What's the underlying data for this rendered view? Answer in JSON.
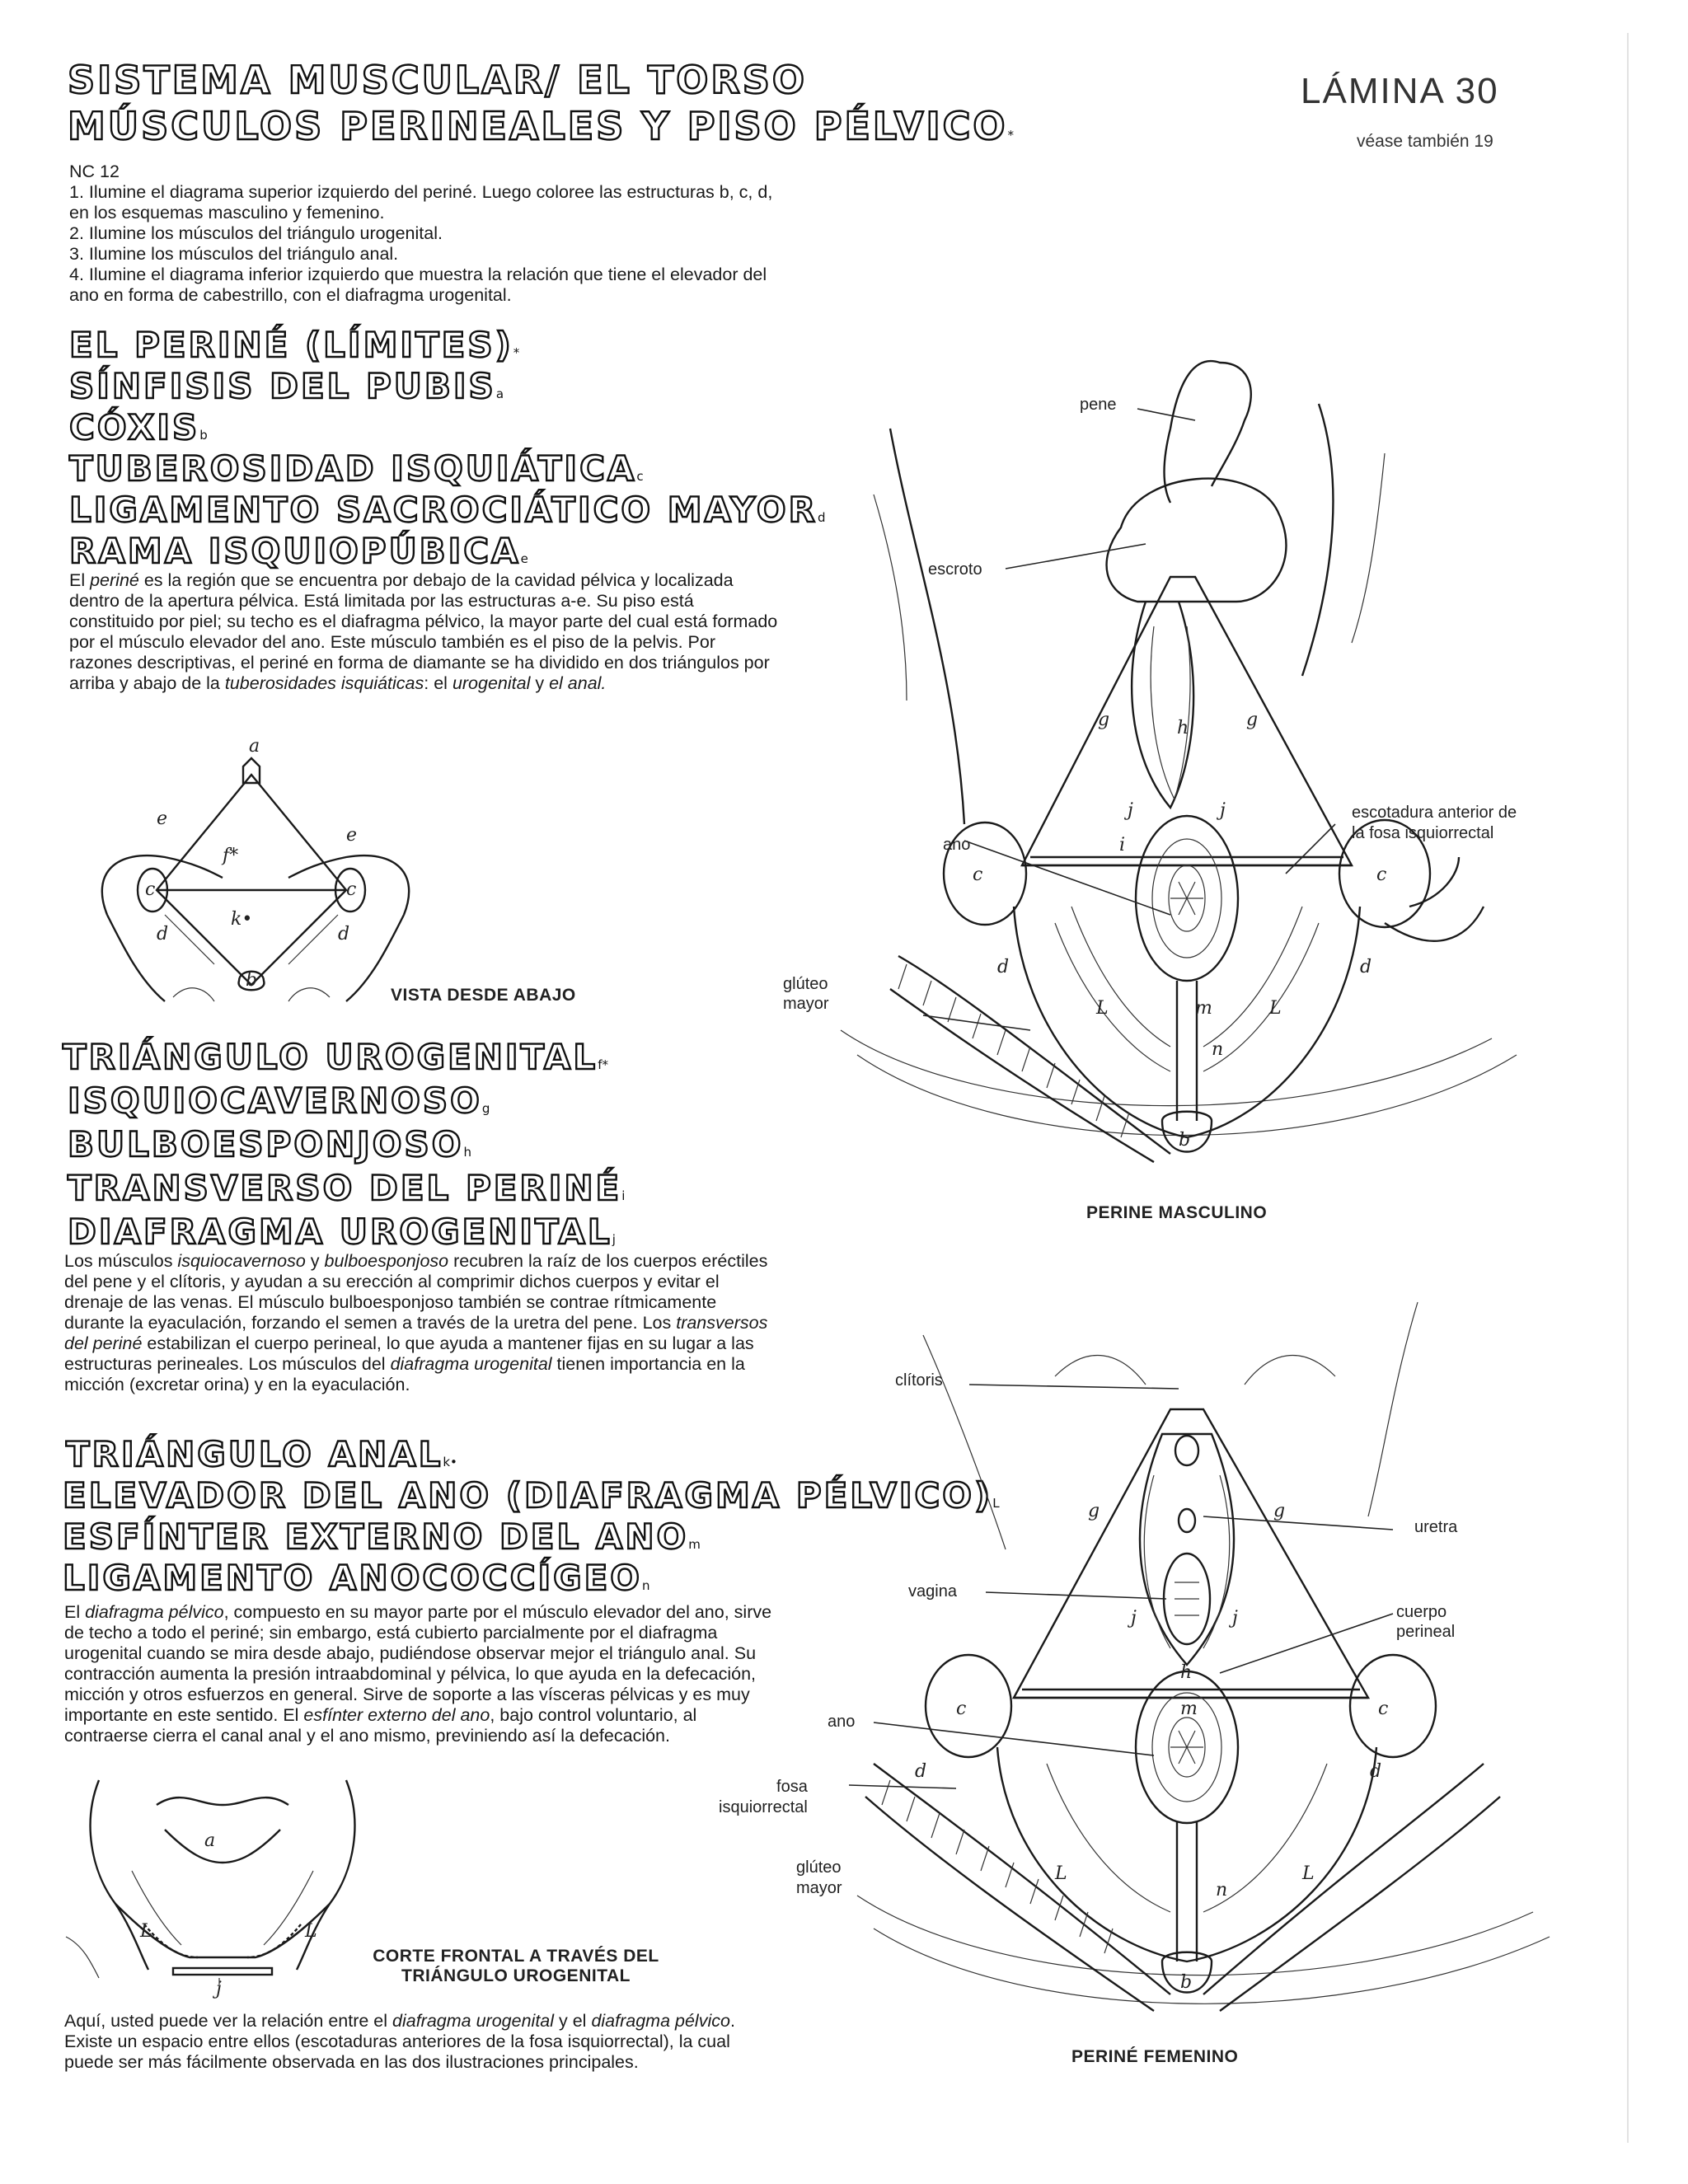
{
  "header": {
    "title_line1": "SISTEMA MUSCULAR/ EL TORSO",
    "title_line2": "MÚSCULOS PERINEALES Y PISO PÉLVICO",
    "title_line2_mark": "*",
    "plate": "LÁMINA 30",
    "see_also": "véase también 19"
  },
  "instructions": {
    "code": "NC 12",
    "steps": [
      "1. Ilumine el diagrama superior izquierdo del periné. Luego coloree las estructuras b, c, d, en los esquemas masculino y femenino.",
      "2. Ilumine los músculos del triángulo urogenital.",
      "3. Ilumine los músculos del triángulo anal.",
      "4. Ilumine el diagrama inferior izquierdo que muestra la relación que tiene el elevador del ano en forma de cabestrillo, con el diafragma urogenital."
    ]
  },
  "section_limits": {
    "items": [
      {
        "text": "EL PERINÉ (LÍMITES)",
        "sub": "*"
      },
      {
        "text": "SÍNFISIS DEL PUBIS",
        "sub": "a"
      },
      {
        "text": "CÓXIS",
        "sub": "b"
      },
      {
        "text": "TUBEROSIDAD ISQUIÁTICA",
        "sub": "c"
      },
      {
        "text": "LIGAMENTO SACROCIÁTICO MAYOR",
        "sub": "d"
      },
      {
        "text": "RAMA ISQUIOPÚBICA",
        "sub": "e"
      }
    ],
    "paragraph": {
      "p1": "El ",
      "p1_i": "periné",
      "p2": " es la región que se encuentra por debajo de la cavidad pélvica y localizada dentro de la apertura pélvica. Está limitada por las estructuras a-e. Su piso está constituido por piel; su techo es el diafragma pélvico, la mayor parte del cual está formado por el músculo elevador del ano. Este músculo también es el piso de la pelvis. Por razones descriptivas, el periné en forma de diamante se ha dividido en dos triángulos por arriba y abajo de la ",
      "p2_i": "tuberosidades isquiáticas",
      "p3": ": el ",
      "p3_i": "urogenital",
      "p4": " y ",
      "p4_i": "el anal."
    },
    "diagram_caption": "VISTA DESDE ABAJO",
    "diagram_letters": [
      "a",
      "e",
      "e",
      "c",
      "c",
      "f*",
      "k•",
      "d",
      "d",
      "b"
    ]
  },
  "section_urogenital": {
    "items": [
      {
        "text": "TRIÁNGULO UROGENITAL",
        "sub": "f*"
      },
      {
        "text": "ISQUIOCAVERNOSO",
        "sub": "g"
      },
      {
        "text": "BULBOESPONJOSO",
        "sub": "h"
      },
      {
        "text": "TRANSVERSO DEL PERINÉ",
        "sub": "i"
      },
      {
        "text": "DIAFRAGMA UROGENITAL",
        "sub": "j"
      }
    ],
    "paragraph": {
      "p1": "Los músculos ",
      "p1_i": "isquiocavernoso",
      "p2": " y ",
      "p2_i": "bulboesponjoso",
      "p3": " recubren la raíz de los cuerpos eréctiles del pene y el clítoris, y ayudan a su erección al comprimir dichos cuerpos y evitar el drenaje de las venas. El músculo bulboesponjoso también se contrae rítmicamente durante la eyaculación, forzando el semen a través de la uretra del pene. Los ",
      "p3_i": "transversos del periné",
      "p4": " estabilizan el cuerpo perineal, lo que ayuda a mantener fijas en su lugar a las estructuras perineales. Los músculos del ",
      "p4_i": "diafragma urogenital",
      "p5": " tienen importancia en la micción (excretar orina) y en la eyaculación."
    }
  },
  "section_anal": {
    "items": [
      {
        "text": "TRIÁNGULO ANAL",
        "sub": "k•"
      },
      {
        "text": "ELEVADOR DEL ANO (DIAFRAGMA PÉLVICO)",
        "sub": "L"
      },
      {
        "text": "ESFÍNTER EXTERNO DEL ANO",
        "sub": "m"
      },
      {
        "text": "LIGAMENTO ANOCOCCÍGEO",
        "sub": "n"
      }
    ],
    "paragraph": {
      "p1": "El ",
      "p1_i": "diafragma pélvico",
      "p2": ", compuesto en su mayor parte por el músculo elevador del ano, sirve de techo a todo el periné; sin embargo, está cubierto parcialmente por el diafragma urogenital cuando se mira desde abajo, pudiéndose observar mejor el triángulo anal. Su contracción aumenta la presión intraabdominal y pélvica, lo que ayuda en la defecación, micción y otros esfuerzos en general. Sirve de soporte a las vísceras pélvicas y es muy importante en este sentido. El ",
      "p2_i": "esfínter externo del ano",
      "p3": ", bajo control voluntario, al contraerse cierra el canal anal y el ano mismo, previniendo así la defecación."
    },
    "diagram_caption_l1": "CORTE FRONTAL A TRAVÉS DEL",
    "diagram_caption_l2": "TRIÁNGULO UROGENITAL",
    "diagram_letters": [
      "a",
      "L",
      "L",
      "j"
    ]
  },
  "closing": {
    "p1": "Aquí, usted puede ver la relación entre el ",
    "p1_i": "diafragma urogenital",
    "p2": " y el ",
    "p2_i": "diafragma pélvico",
    "p3": ". Existe un espacio entre ellos (escotaduras anteriores de la fosa isquiorrectal), la cual puede ser más fácilmente observada en las dos ilustraciones principales."
  },
  "male": {
    "caption": "PERINE MASCULINO",
    "labels": {
      "pene": "pene",
      "escroto": "escroto",
      "escotadura_l1": "escotadura anterior de",
      "escotadura_l2": "la fosa isquiorrectal",
      "ano": "ano",
      "gluteo_l1": "glúteo",
      "gluteo_l2": "mayor"
    },
    "letters": [
      "g",
      "h",
      "g",
      "j",
      "j",
      "i",
      "c",
      "c",
      "d",
      "d",
      "L",
      "m",
      "L",
      "n",
      "b"
    ]
  },
  "female": {
    "caption": "PERINÉ FEMENINO",
    "labels": {
      "clitoris": "clítoris",
      "uretra": "uretra",
      "vagina": "vagina",
      "cuerpo_l1": "cuerpo",
      "cuerpo_l2": "perineal",
      "ano": "ano",
      "fosa_l1": "fosa",
      "fosa_l2": "isquiorrectal",
      "gluteo_l1": "glúteo",
      "gluteo_l2": "mayor"
    },
    "letters": [
      "g",
      "g",
      "j",
      "j",
      "h",
      "c",
      "c",
      "d",
      "d",
      "m",
      "L",
      "L",
      "n",
      "b"
    ]
  }
}
